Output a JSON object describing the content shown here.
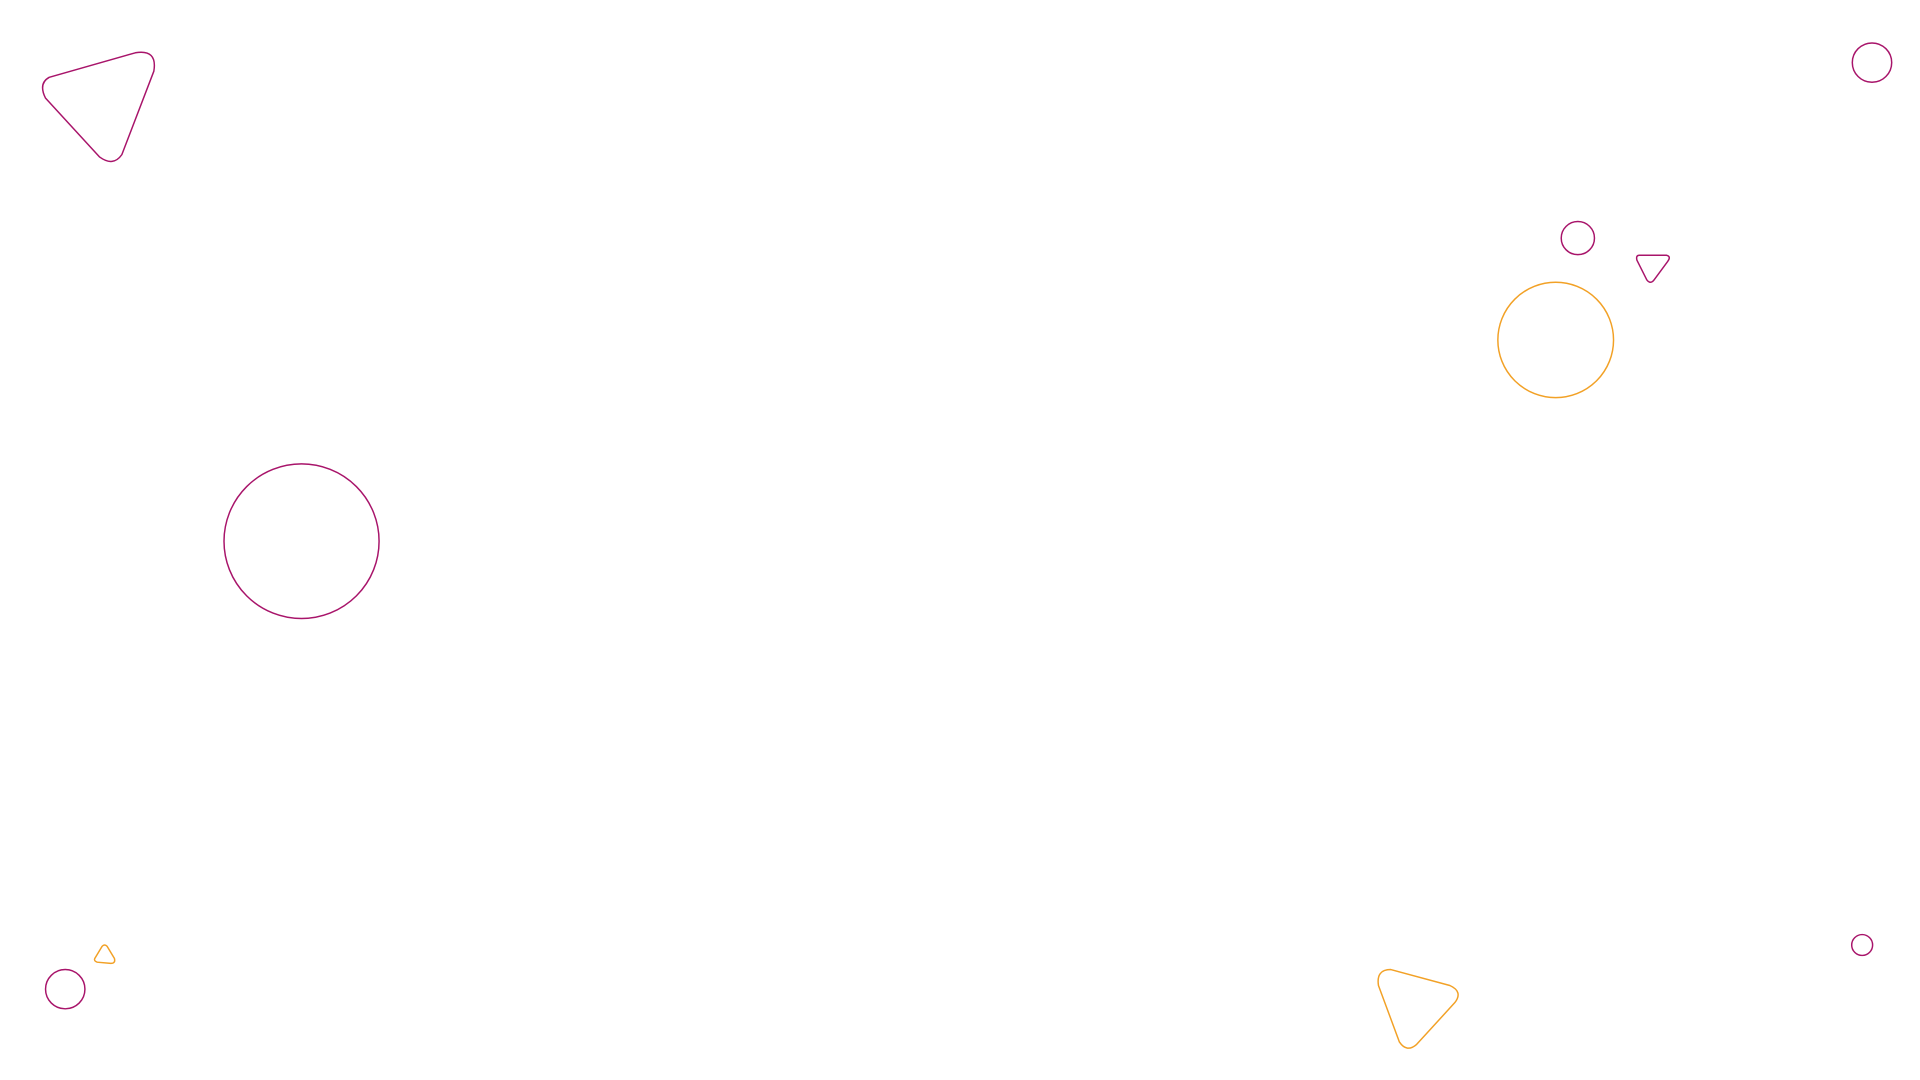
{
  "background": "#ffffff",
  "colors": {
    "magenta": "#a8146a",
    "orange": "#f2a126"
  },
  "decorations": [
    {
      "shape": "triangle",
      "color": "magenta"
    },
    {
      "shape": "circle",
      "color": "magenta"
    },
    {
      "shape": "circle",
      "color": "magenta"
    },
    {
      "shape": "triangle",
      "color": "magenta"
    },
    {
      "shape": "circle",
      "color": "orange"
    },
    {
      "shape": "circle",
      "color": "magenta"
    },
    {
      "shape": "triangle",
      "color": "orange"
    },
    {
      "shape": "circle",
      "color": "magenta"
    },
    {
      "shape": "triangle",
      "color": "orange"
    },
    {
      "shape": "circle",
      "color": "magenta"
    }
  ]
}
